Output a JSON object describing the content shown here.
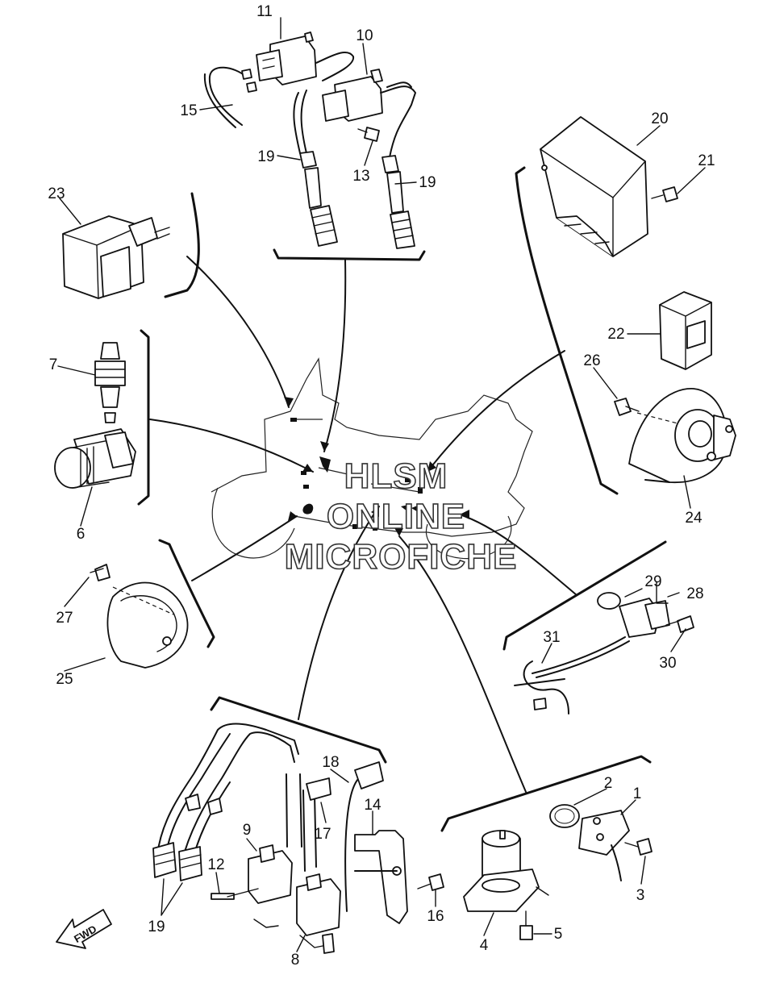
{
  "callouts": {
    "c1": "1",
    "c2": "2",
    "c3": "3",
    "c4": "4",
    "c5": "5",
    "c6": "6",
    "c7": "7",
    "c8": "8",
    "c9": "9",
    "c10": "10",
    "c11": "11",
    "c12": "12",
    "c13": "13",
    "c14": "14",
    "c15": "15",
    "c16": "16",
    "c17": "17",
    "c18": "18",
    "c19a": "19",
    "c19b": "19",
    "c19c": "19",
    "c20": "20",
    "c21": "21",
    "c22": "22",
    "c23": "23",
    "c24": "24",
    "c25": "25",
    "c26": "26",
    "c27": "27",
    "c28": "28",
    "c29": "29",
    "c30": "30",
    "c31": "31"
  },
  "watermark": {
    "line1": "HLSM",
    "line2": "ONLINE",
    "line3": "MICROFICHE"
  },
  "fwd_label": "FWD"
}
